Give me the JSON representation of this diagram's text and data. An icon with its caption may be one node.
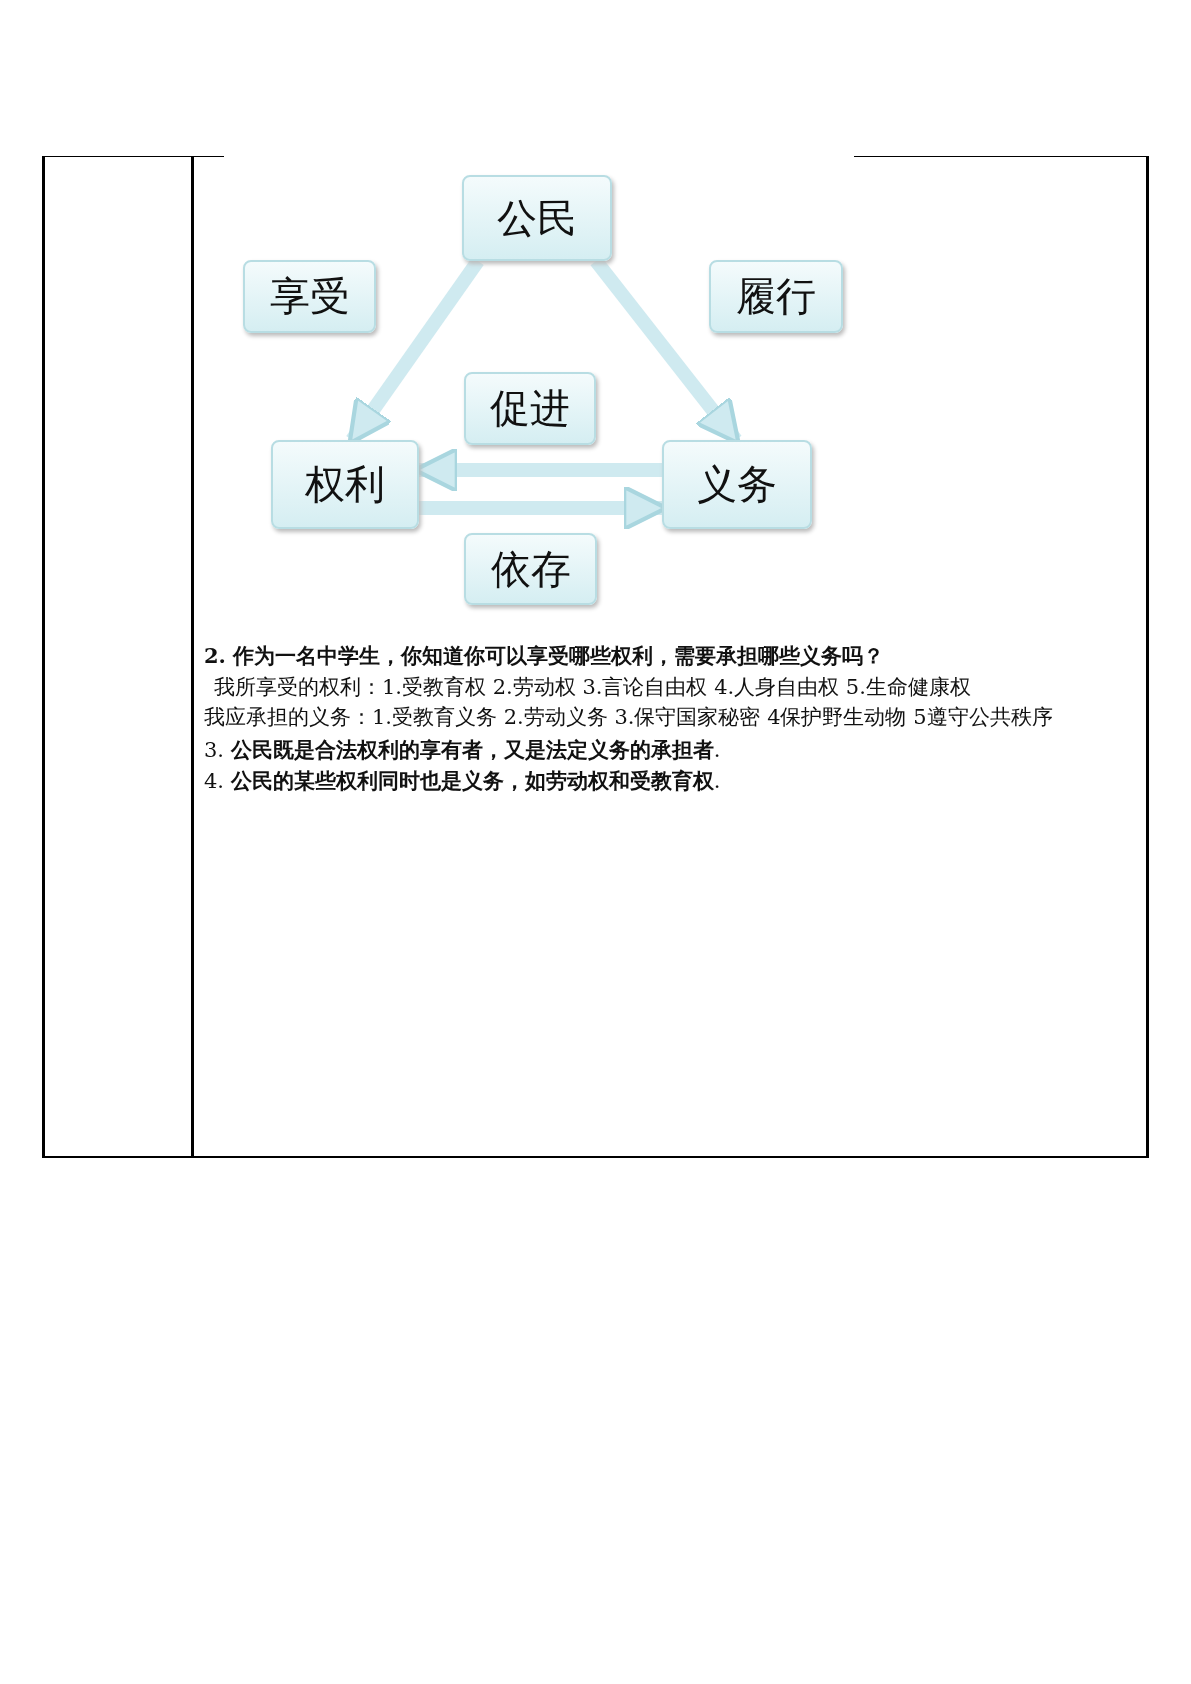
{
  "diagram": {
    "nodes": [
      {
        "text": [
          "公民"
        ]
      },
      {
        "text": [
          "享受"
        ]
      },
      {
        "text": [
          "履行"
        ]
      },
      {
        "text": [
          "促进"
        ]
      },
      {
        "text": [
          "权利"
        ]
      },
      {
        "text": [
          "义务"
        ]
      },
      {
        "text": [
          "依存"
        ]
      }
    ],
    "edges": [
      {
        "from": 0,
        "to": 4,
        "arrow": "to"
      },
      {
        "from": 0,
        "to": 5,
        "arrow": "to"
      },
      {
        "from": 5,
        "to": 4,
        "arrow": "to"
      },
      {
        "from": 4,
        "to": 5,
        "arrow": "to"
      }
    ],
    "labels": [
      "**2.  作为一名中学生，你知道你可以享受哪些权利，需要承担哪些义务吗？**",
      "我所享受的权利：1.受教育权 2.劳动权 3.言论自由权 4.人身自由权 5.生命健康权",
      "我应承担的义务：1.受教育义务 2.劳动义务 3.保守国家秘密 4保护野生动物 5遵守公共秩序",
      "3.  **公民既是合法权利的享有者，又是法定义务的承担者**.",
      "4.  **公民的某些权利同时也是义务，如劳动权和受教育权**."
    ]
  }
}
